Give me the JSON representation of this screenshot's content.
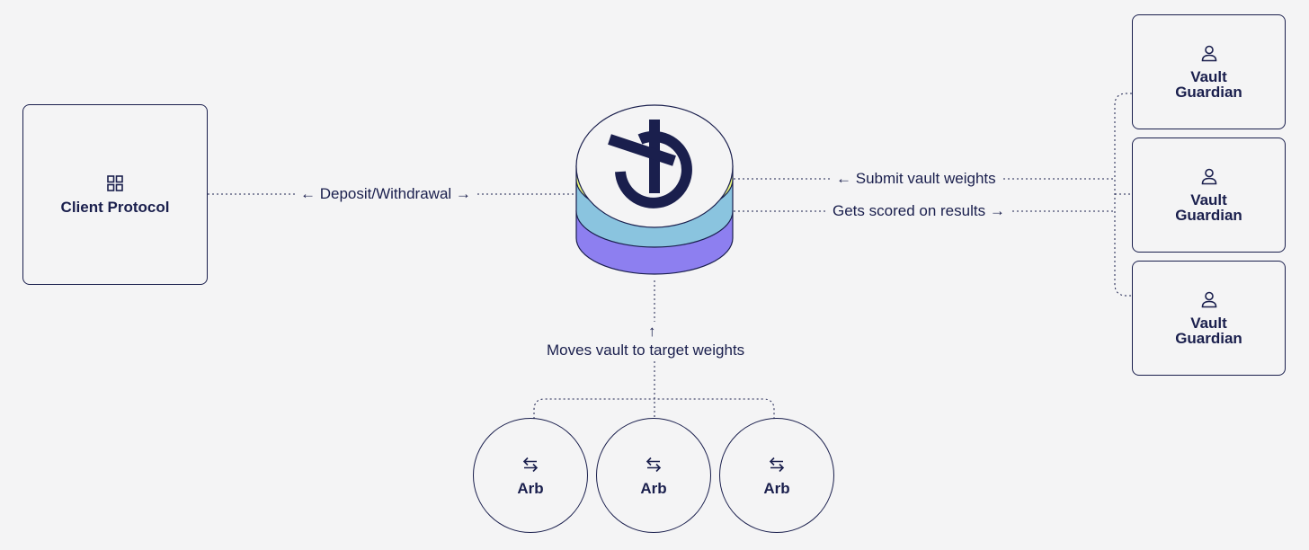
{
  "client_protocol": {
    "label": "Client Protocol",
    "icon": "grid-icon"
  },
  "vault": {
    "logo": "yearn-logo",
    "layer_colors": [
      "#e9f97d",
      "#8ac4df",
      "#8d7ff0"
    ]
  },
  "guardians": [
    {
      "label": "Vault Guardian",
      "icon": "person-icon"
    },
    {
      "label": "Vault Guardian",
      "icon": "person-icon"
    },
    {
      "label": "Vault Guardian",
      "icon": "person-icon"
    }
  ],
  "arbs": [
    {
      "label": "Arb",
      "icon": "swap-arrows-icon"
    },
    {
      "label": "Arb",
      "icon": "swap-arrows-icon"
    },
    {
      "label": "Arb",
      "icon": "swap-arrows-icon"
    }
  ],
  "edges": {
    "deposit": {
      "left_arrow": "←",
      "text": "Deposit/Withdrawal",
      "right_arrow": "→"
    },
    "submit": {
      "left_arrow": "←",
      "text": "Submit vault weights"
    },
    "scored": {
      "text": "Gets scored on results",
      "right_arrow": "→"
    },
    "moves": {
      "up_arrow": "↑",
      "text": "Moves vault to target weights"
    }
  }
}
